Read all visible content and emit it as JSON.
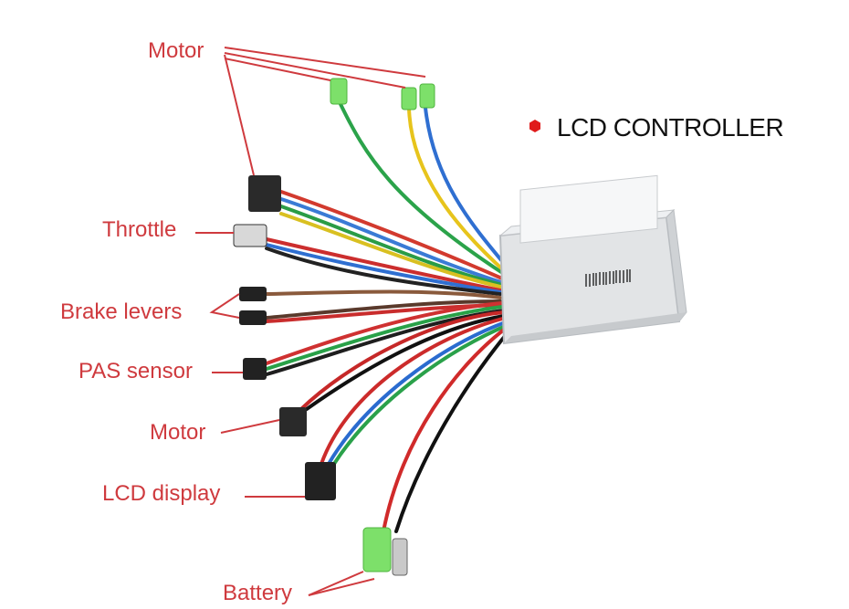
{
  "title": "LCD CONTROLLER",
  "labels": {
    "motor_top": "Motor",
    "throttle": "Throttle",
    "brake_levers": "Brake levers",
    "pas_sensor": "PAS sensor",
    "motor_bottom": "Motor",
    "lcd_display": "LCD display",
    "battery": "Battery"
  },
  "colors": {
    "label": "#cf3a3e",
    "leader_line": "#cf3a3e",
    "bullet": "#e01b1b",
    "title": "#111111",
    "controller_body": "#e4e6e8",
    "connector": "#2a2a2a",
    "green_connector": "#7de06a"
  },
  "icons": {
    "bullet": "red-hexagon-bullet"
  }
}
